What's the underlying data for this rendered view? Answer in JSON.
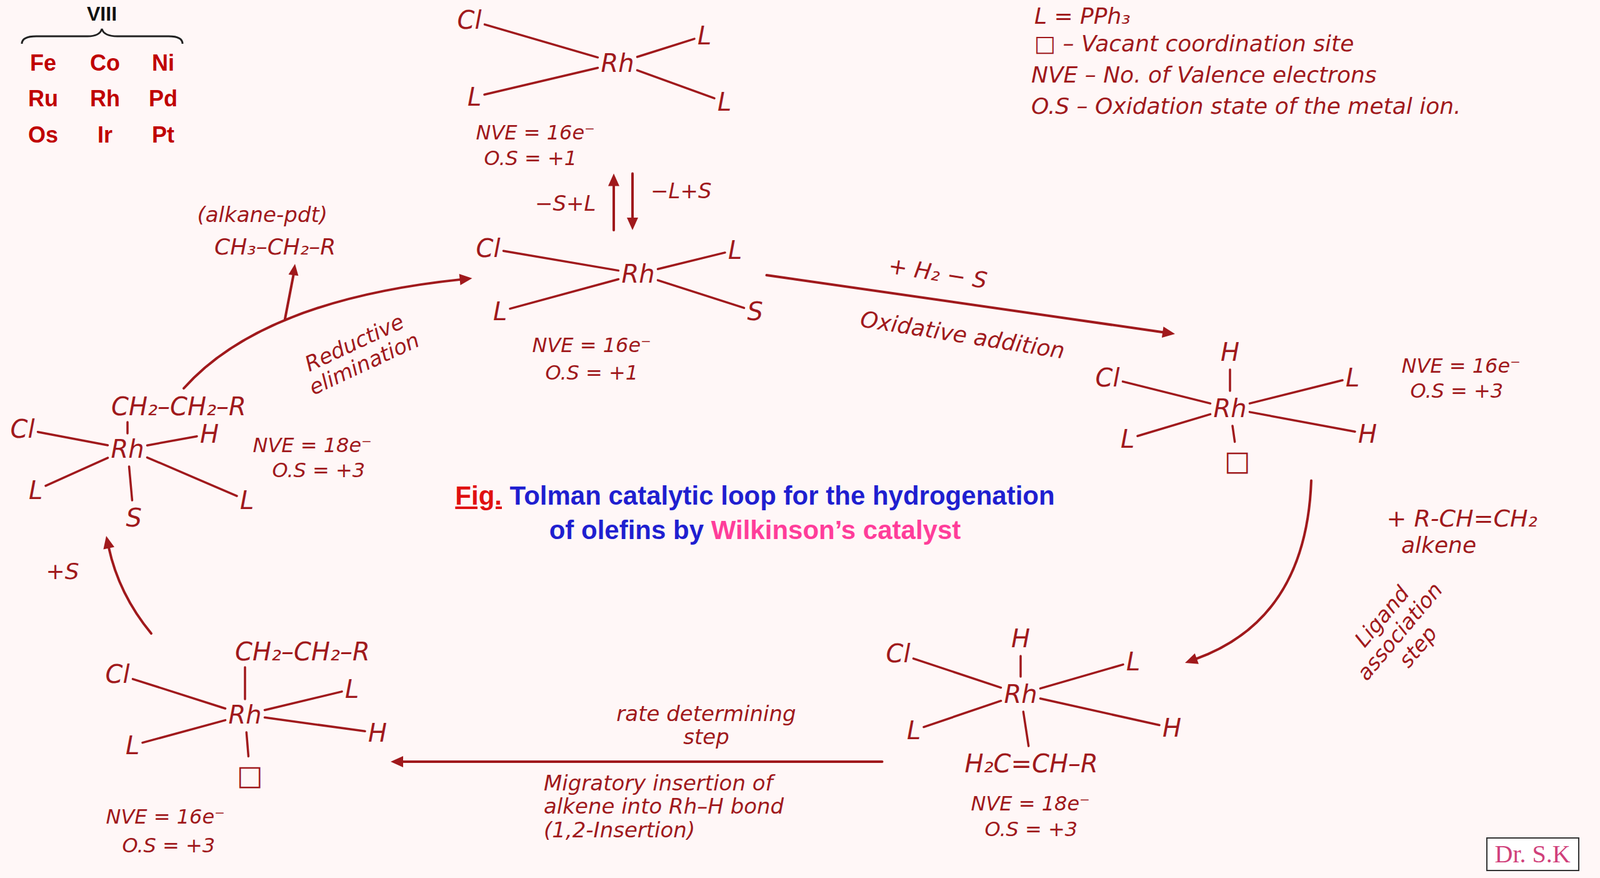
{
  "diagram": {
    "caption": "Tolman catalytic loop for the hydrogenation of olefins by Wilkinson’s catalyst",
    "nodes": [
      {
        "text": [
          "Cl",
          "Rh",
          "L",
          "L",
          "L",
          "NVE = 16e⁻",
          "O.S = +1"
        ]
      },
      {
        "text": [
          "Cl",
          "Rh",
          "L",
          "L",
          "S",
          "NVE = 16e⁻",
          "O.S = +1"
        ]
      },
      {
        "text": [
          "H",
          "Cl",
          "Rh",
          "L",
          "L",
          "H",
          "□",
          "NVE = 16e⁻",
          "O.S = +3"
        ]
      },
      {
        "text": [
          "H",
          "Cl",
          "Rh",
          "L",
          "L",
          "H",
          "H₂C=CH–R",
          "NVE = 18e⁻",
          "O.S = +3"
        ]
      },
      {
        "text": [
          "CH₂–CH₂–R",
          "Cl",
          "Rh",
          "L",
          "L",
          "H",
          "□",
          "NVE = 16e⁻",
          "O.S = +3"
        ]
      },
      {
        "text": [
          "CH₂–CH₂–R",
          "Cl",
          "Rh",
          "H",
          "L",
          "L",
          "S",
          "NVE = 18e⁻",
          "O.S = +3"
        ]
      }
    ],
    "edges": [
      {
        "from": 1,
        "to": 0,
        "label": "−S+L",
        "arrow": "to"
      },
      {
        "from": 0,
        "to": 1,
        "label": "−L+S",
        "arrow": "to"
      },
      {
        "from": 1,
        "to": 2,
        "label": "+ H₂ − S",
        "arrow": "to"
      },
      {
        "from": 2,
        "to": 3,
        "label": "+ R-CH=CH₂",
        "arrow": "to"
      },
      {
        "from": 3,
        "to": 4,
        "label": "Migratory insertion of alkene into Rh–H bond (1,2-Insertion)",
        "arrow": "to"
      },
      {
        "from": 4,
        "to": 5,
        "label": "+S",
        "arrow": "to"
      },
      {
        "from": 5,
        "to": 1,
        "label": "Reductive elimination",
        "arrow": "to"
      }
    ],
    "labels": [
      "VIII",
      "Fe",
      "Co",
      "Ni",
      "Ru",
      "Rh",
      "Pd",
      "Os",
      "Ir",
      "Pt",
      "L = PPh₃",
      "□ – Vacant coordination site",
      "NVE – No. of Valence electrons",
      "O.S – Oxidation state of the metal ion.",
      "Oxidative addition",
      "alkene",
      "Ligand association step",
      "rate determining step",
      "(alkane-pdt)",
      "CH₃–CH₂–R",
      "Fig.",
      "Dr. S.K"
    ]
  }
}
